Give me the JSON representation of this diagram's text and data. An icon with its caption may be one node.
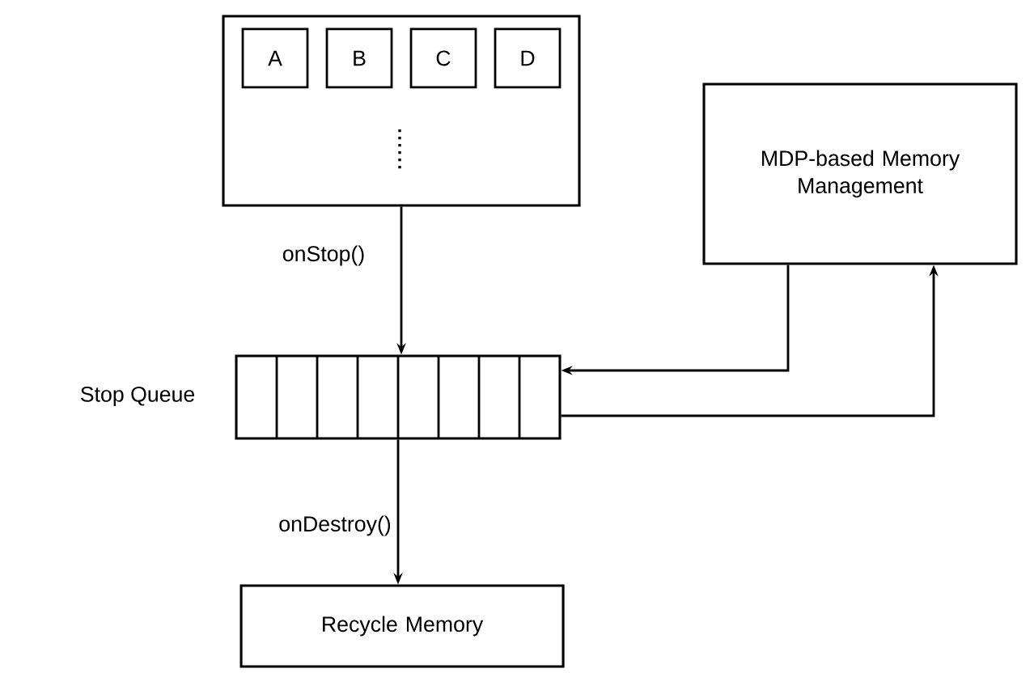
{
  "diagram": {
    "nodes": [
      {
        "text": [],
        "shape": "box"
      },
      {
        "text": [
          "A"
        ],
        "in": 0
      },
      {
        "text": [
          "B"
        ],
        "in": 0
      },
      {
        "text": [
          "C"
        ],
        "in": 0
      },
      {
        "text": [
          "D"
        ],
        "in": 0
      },
      {
        "text": [],
        "shape": "box",
        "beside": [
          "Stop Queue"
        ]
      },
      {
        "text": [
          "MDP-based Memory Management"
        ]
      },
      {
        "text": [
          "Recycle Memory"
        ]
      }
    ],
    "edges": [
      {
        "from": 0,
        "to": 5,
        "arrow": "to",
        "label": "onStop()"
      },
      {
        "from": 5,
        "to": 7,
        "arrow": "to",
        "label": "onDestroy()"
      },
      {
        "from": 6,
        "to": 5,
        "arrow": "to"
      },
      {
        "from": 5,
        "to": 6,
        "arrow": "to"
      }
    ]
  }
}
